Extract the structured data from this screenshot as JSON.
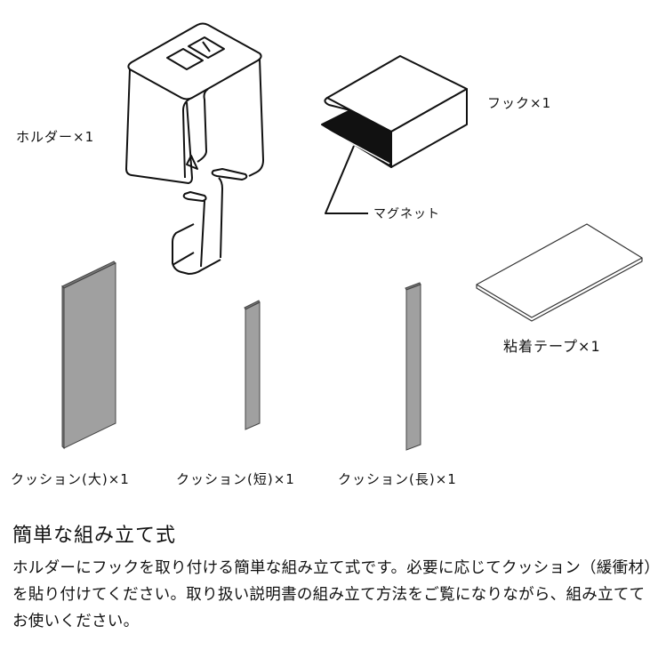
{
  "parts": {
    "holder": {
      "label": "ホルダー×1"
    },
    "hook": {
      "label": "フック×1"
    },
    "magnet": {
      "label": "マグネット"
    },
    "adhesive_tape": {
      "label": "粘着テープ×1"
    },
    "cushion_large": {
      "label": "クッション(大)×1"
    },
    "cushion_short": {
      "label": "クッション(短)×1"
    },
    "cushion_long": {
      "label": "クッション(長)×1"
    }
  },
  "colors": {
    "cushion_fill": "#a0a0a0",
    "line": "#111111",
    "magnet_fill": "#111111"
  },
  "section": {
    "title": "簡単な組み立て式",
    "description": "ホルダーにフックを取り付ける簡単な組み立て式です。必要に応じてクッション（緩衝材）を貼り付けてください。取り扱い説明書の組み立て方法をご覧になりながら、組み立ててお使いください。"
  }
}
